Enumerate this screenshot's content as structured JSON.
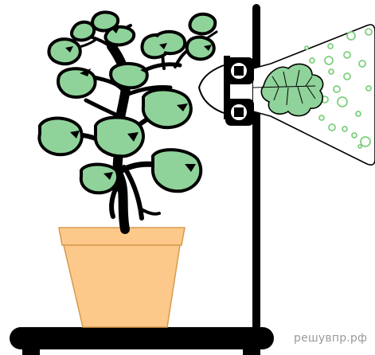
{
  "watermark": "решувпр.рф",
  "colors": {
    "leaf": "#8fd39a",
    "stem": "#000000",
    "pot": "#fdc98a",
    "bubble": "#7fd07f",
    "flask_outline": "#000000",
    "background": "#ffffff",
    "watermark": "#9a9a9a"
  },
  "parts": {
    "stand": "retort-stand",
    "pot": "flower-pot",
    "plant": "potted-plant",
    "clamp": "clamp",
    "flask": "conical-flask",
    "leaf_in_flask": "enclosed-leaf",
    "bubbles": "gas-bubbles"
  }
}
